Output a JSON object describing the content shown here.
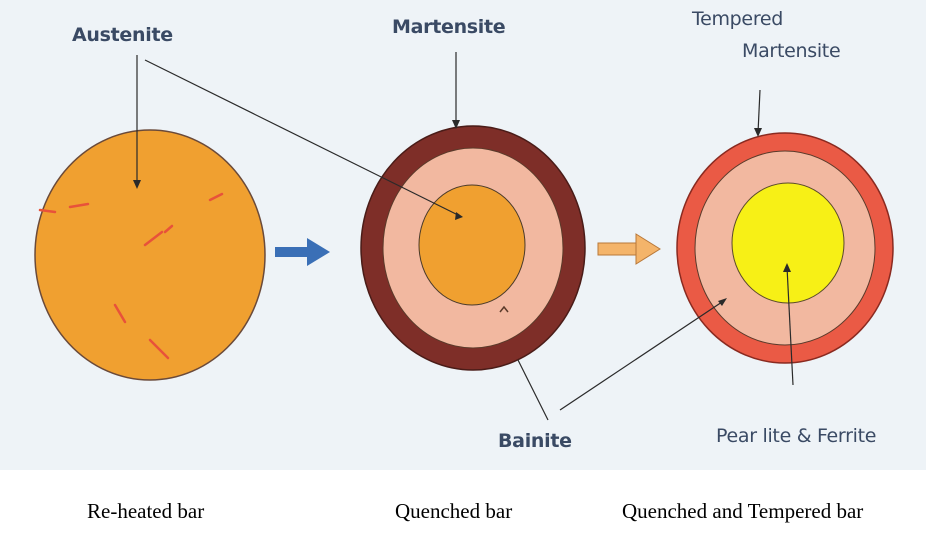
{
  "labels": {
    "austenite": "Austenite",
    "martensite": "Martensite",
    "tempered_line1": "Tempered",
    "tempered_line2": "Martensite",
    "bainite": "Bainite",
    "pearlite_ferrite": "Pear lite & Ferrite"
  },
  "captions": {
    "reheated": "Re-heated bar",
    "quenched": "Quenched bar",
    "quenched_tempered": "Quenched and Tempered bar"
  },
  "colors": {
    "background": "#eef3f7",
    "austenite": "#f0a030",
    "martensite_ring": "#7e2e28",
    "bainite_ring": "#f2b8a0",
    "tempered_ring": "#ea5a45",
    "pearlite_ferrite": "#f7f016",
    "arrow_blue": "#3a6fb6",
    "arrow_orange": "#f4b46a"
  }
}
